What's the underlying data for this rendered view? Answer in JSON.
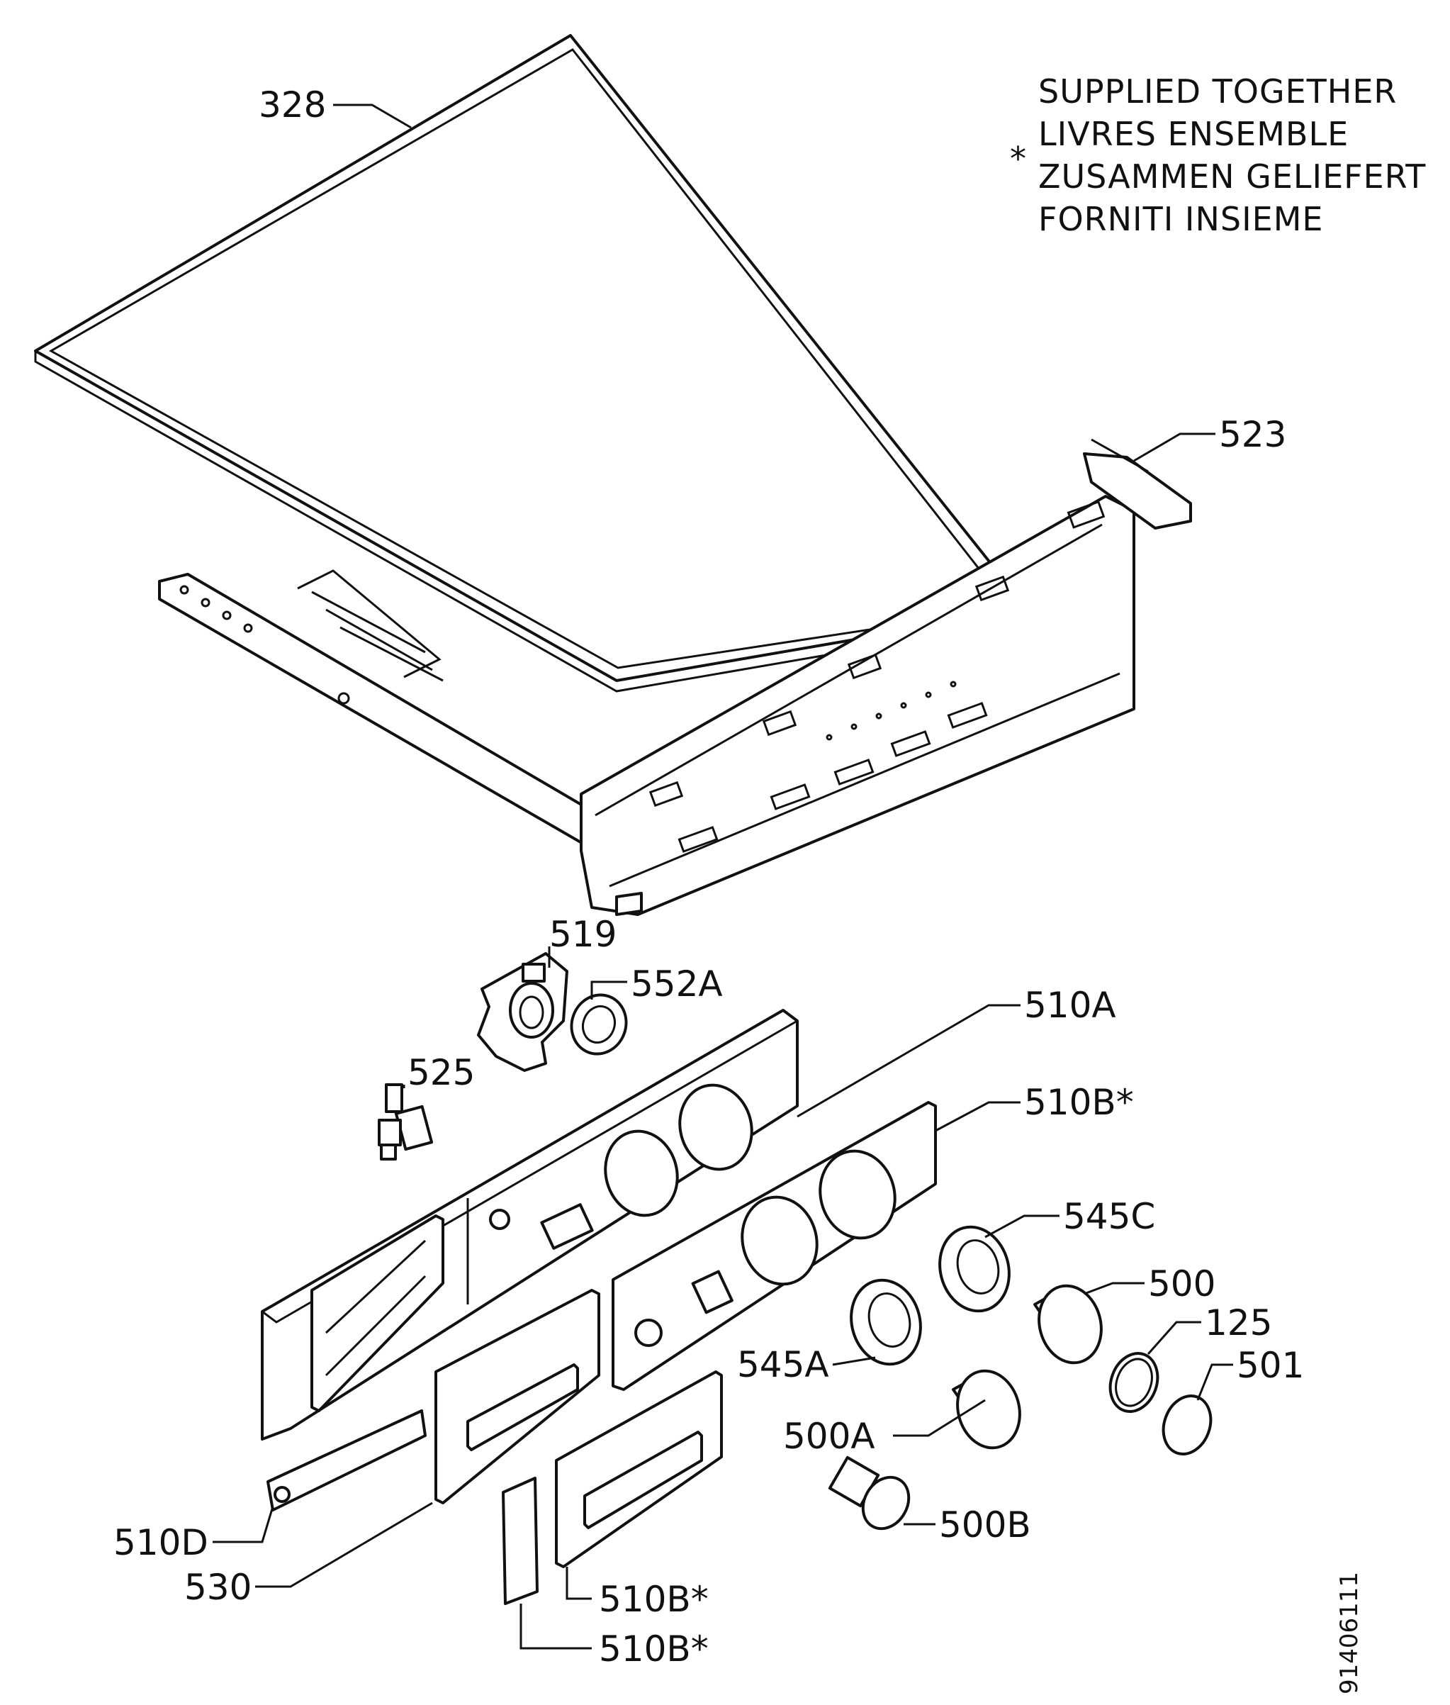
{
  "legend": {
    "symbol": "*",
    "lines": [
      "SUPPLIED TOGETHER",
      "LIVRES ENSEMBLE",
      "ZUSAMMEN GELIEFERT",
      "FORNITI INSIEME"
    ]
  },
  "drawing_number": "91406111",
  "labels": {
    "l328": "328",
    "l523": "523",
    "l519": "519",
    "l552a": "552A",
    "l525": "525",
    "l510a": "510A",
    "l510b_top": "510B*",
    "l545c": "545C",
    "l500": "500",
    "l125": "125",
    "l545a": "545A",
    "l501": "501",
    "l500a": "500A",
    "l500b": "500B",
    "l510d": "510D",
    "l530": "530",
    "l510b_mid": "510B*",
    "l510b_bot": "510B*"
  }
}
